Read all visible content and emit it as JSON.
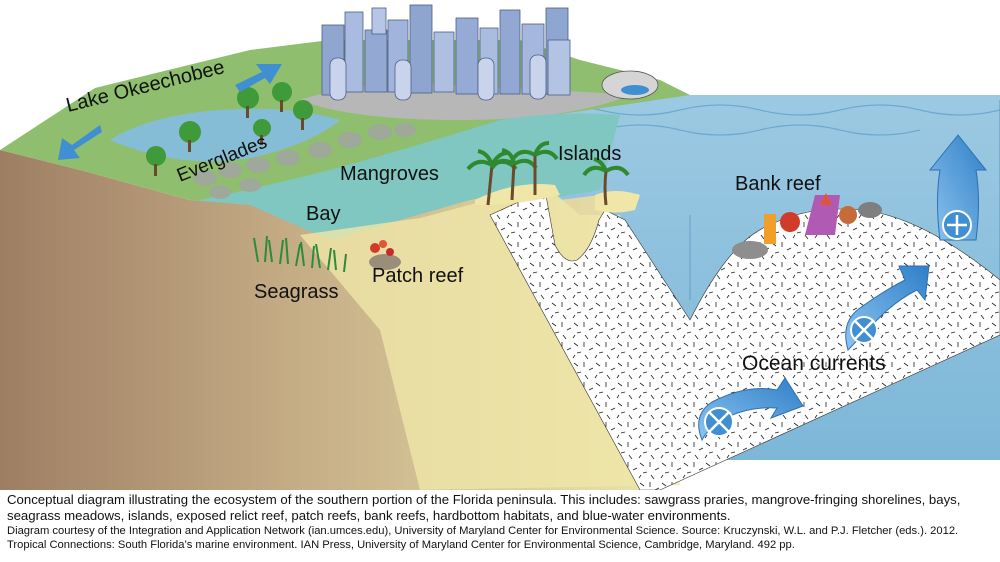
{
  "labels": {
    "lake": "Lake Okeechobee",
    "everglades": "Everglades",
    "mangroves": "Mangroves",
    "islands": "Islands",
    "bay": "Bay",
    "seagrass": "Seagrass",
    "patch_reef": "Patch reef",
    "bank_reef": "Bank reef",
    "ocean_currents": "Ocean currents"
  },
  "caption": {
    "main": "Conceptual diagram illustrating the ecosystem of the southern portion of the Florida peninsula. This includes: sawgrass praries, mangrove-fringing shorelines, bays, seagrass meadows, islands, exposed relict reef, patch reefs, bank reefs, hardbottom habitats, and blue-water environments.",
    "credit": "Diagram courtesy of the Integration and Application Network (ian.umces.edu), University of Maryland Center for Environmental Science. Source: Kruczynski, W.L. and P.J. Fletcher (eds.). 2012. Tropical Connections: South Florida’s marine environment. IAN Press, University of Maryland Center for Environmental Science, Cambridge, Maryland. 492 pp."
  },
  "colors": {
    "water": "#8fc3de",
    "shallow_water": "#7fc7c0",
    "land_green": "#8fbf6e",
    "sand": "#efe6a8",
    "cross_section": "#a5876a",
    "arrow_blue": "#3f8fd2"
  }
}
